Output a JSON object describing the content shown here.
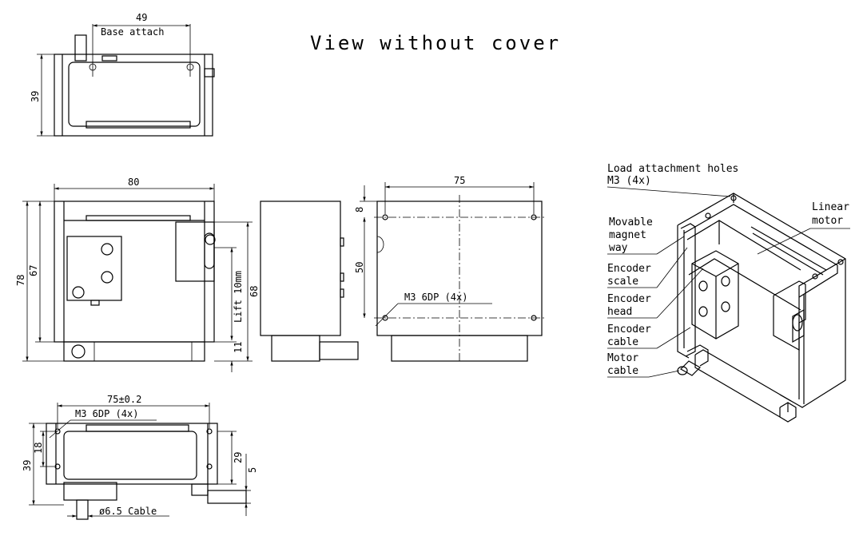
{
  "title": "View without cover",
  "top_view": {
    "dim_width": "49",
    "base_label": "Base attach",
    "dim_height": "39"
  },
  "front_view": {
    "dim_width": "80",
    "dim_outer_height": "78",
    "dim_inner_height": "67",
    "dim_side": "68",
    "lift_label": "Lift 10mm",
    "dim_bottom": "11"
  },
  "holes_view": {
    "dim_width": "75",
    "dim_top": "8",
    "dim_height": "50",
    "thread_label": "M3 6DP (4x)"
  },
  "bottom_view": {
    "dim_width": "75±0.2",
    "thread_label": "M3 6DP (4x)",
    "dim_outer": "39",
    "dim_inner": "18",
    "dim_right": "29",
    "dim_small": "5",
    "cable_label": "ø6.5 Cable"
  },
  "iso_view": {
    "load_label_1": "Load attachment holes",
    "load_label_2": "M3 (4x)",
    "linear_motor_1": "Linear",
    "linear_motor_2": "motor",
    "magnet_1": "Movable",
    "magnet_2": "magnet",
    "magnet_3": "way",
    "enc_scale_1": "Encoder",
    "enc_scale_2": "scale",
    "enc_head_1": "Encoder",
    "enc_head_2": "head",
    "enc_cable_1": "Encoder",
    "enc_cable_2": "cable",
    "motor_cable_1": "Motor",
    "motor_cable_2": "cable"
  }
}
